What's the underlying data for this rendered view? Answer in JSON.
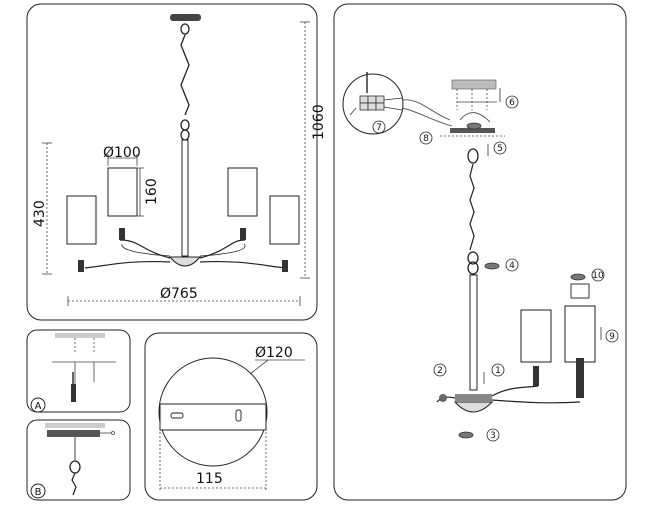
{
  "panel_main": {
    "diameter_shade": "Ø100",
    "height_shade": "160",
    "height_total": "1060",
    "height_arms": "430",
    "diameter_total": "Ø765"
  },
  "panel_a": {
    "label": "A"
  },
  "panel_b": {
    "label": "B"
  },
  "panel_canopy": {
    "diameter": "Ø120",
    "mount_width": "115"
  },
  "panel_assembly": {
    "steps": [
      "1",
      "2",
      "3",
      "4",
      "5",
      "6",
      "7",
      "8",
      "9",
      "10"
    ]
  }
}
